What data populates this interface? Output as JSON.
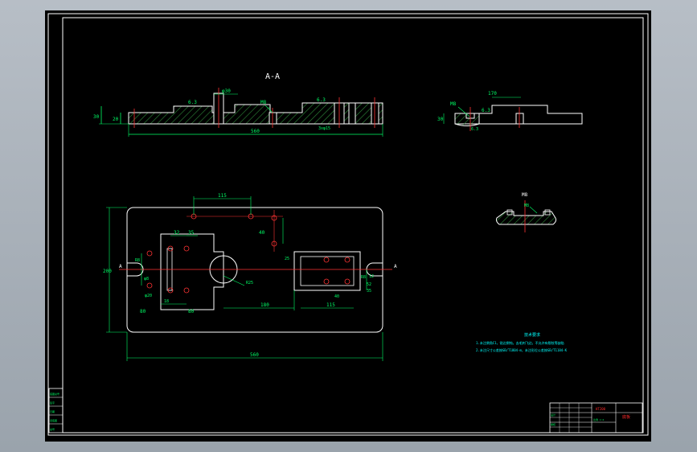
{
  "colors": {
    "background": "#000000",
    "border": "#ffffff",
    "outline": "#ffffff",
    "dimension": "#00ff66",
    "hatch": "#2e8b3a",
    "centerline": "#ff3333",
    "note_text": "#00ffff",
    "title_red": "#ff2a2a",
    "viewport_frame": "#a8b0b8"
  },
  "labels": {
    "section_view": "A-A"
  },
  "section_view": {
    "dims": {
      "overall_length": "560",
      "height_left": "30",
      "height_inner": "20",
      "top_slot": "φ30",
      "roughness_1": "6.3",
      "roughness_2": "6.3",
      "hole_label": "M8",
      "bottom_note": "3xφ15"
    }
  },
  "side_view": {
    "dims": {
      "length_top": "170",
      "height": "30",
      "hole_label": "M8",
      "roughness": "6.3",
      "roughness_bottom": "6.3"
    }
  },
  "detail_view": {
    "dims": {
      "top": "M8",
      "side": "M8"
    }
  },
  "plan_view": {
    "dims": {
      "top_span": "115",
      "width_a": "32",
      "width_b": "35",
      "vert_small": "40",
      "vert_small2": "25",
      "height_overall": "200",
      "left_r": "R8",
      "right_r": "R8",
      "left_phi": "φ8",
      "left_phi2": "φ20",
      "bottom_left": "80",
      "bottom_small": "18",
      "bottom_mid": "80",
      "bottom_span": "180",
      "bottom_right": "115",
      "bottom_right2": "40",
      "overall_width": "560",
      "boss_r": "R25",
      "right_side": "52",
      "right_side2": "35",
      "right_v": "12",
      "left_mark": "A",
      "right_mark": "A"
    }
  },
  "notes": {
    "title": "技术要求",
    "line1": "1.未注倒角C1，锐边倒钝，去毛刺飞边，不允许有裂纹等缺陷",
    "line2": "2.未注尺寸公差按GB/T1804-m，未注形位公差按GB/T1184-K"
  },
  "title_block": {
    "part_name": "底板",
    "material": "HT200",
    "scale": "比例 1:2",
    "drawn": "设计",
    "check": "审核"
  },
  "stamp": {
    "l1": "底图总号",
    "l2": "签字",
    "l3": "日期",
    "l4": "旧底图",
    "l5": "总号"
  }
}
